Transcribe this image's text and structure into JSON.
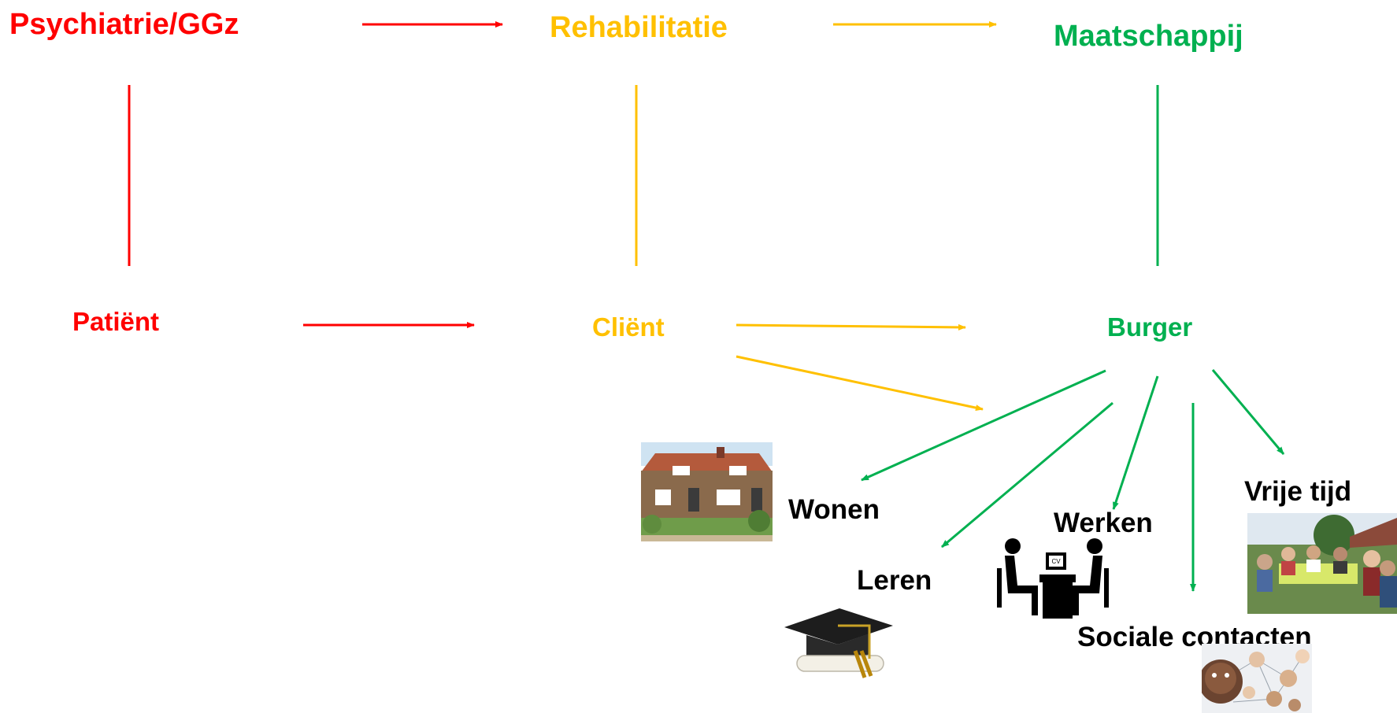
{
  "colors": {
    "red": "#ff0000",
    "yellow": "#ffc000",
    "green": "#00b050",
    "black": "#000000"
  },
  "headers": {
    "psychiatrie": "Psychiatrie/GGz",
    "rehabilitatie": "Rehabilitatie",
    "maatschappij": "Maatschappij"
  },
  "roles": {
    "patient": "Patiënt",
    "client": "Cliënt",
    "burger": "Burger"
  },
  "domains": {
    "wonen": "Wonen",
    "leren": "Leren",
    "werken": "Werken",
    "sociale": "Sociale contacten",
    "vrije_tijd": "Vrije tijd"
  },
  "images": {
    "house": "house-photo",
    "grad": "graduation-cap-icon",
    "interview": "job-interview-icon",
    "social": "social-network-photo",
    "leisure": "outdoor-gathering-photo"
  },
  "interview_sign": "CV"
}
